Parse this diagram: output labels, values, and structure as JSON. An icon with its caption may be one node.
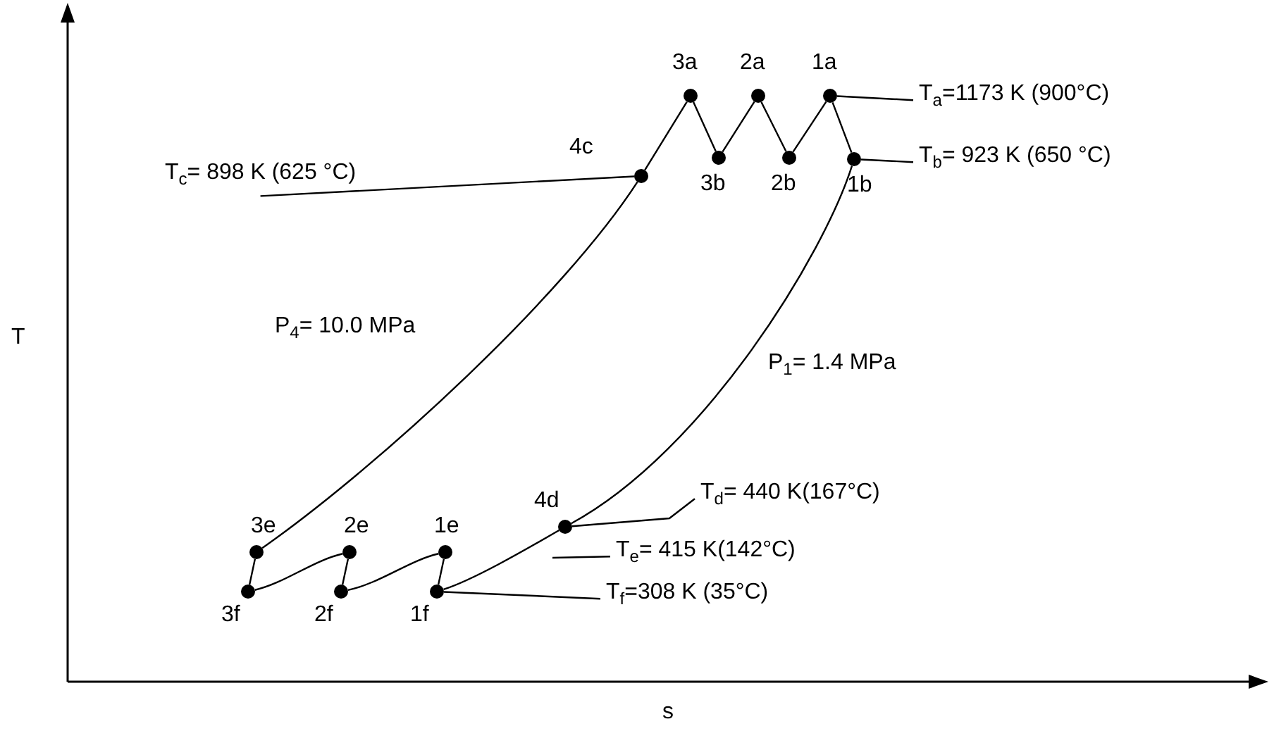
{
  "diagram": {
    "nodes": [
      {
        "text": [],
        "shape": "circle",
        "beside": [
          "3a"
        ]
      },
      {
        "text": [],
        "shape": "circle",
        "beside": [
          "2a"
        ]
      },
      {
        "text": [],
        "shape": "circle",
        "beside": [
          "1a"
        ]
      },
      {
        "text": [
          "T$_{a}$=1173 K (900°C)"
        ]
      },
      {
        "text": [
          "T$_{c}$= 898 K (625 °C)"
        ]
      },
      {
        "text": [],
        "shape": "circle",
        "beside": [
          "4c"
        ]
      },
      {
        "text": [],
        "shape": "circle",
        "beside": [
          "3b"
        ]
      },
      {
        "text": [],
        "shape": "circle",
        "beside": [
          "2b"
        ]
      },
      {
        "text": [],
        "shape": "circle",
        "beside": [
          "1b"
        ]
      },
      {
        "text": [
          "T$_{b}$= 923 K (650 °C)"
        ]
      },
      {
        "text": [],
        "shape": "circle",
        "beside": [
          "4d"
        ]
      },
      {
        "text": [
          "T$_{d}$= 440 K(167°C)"
        ]
      },
      {
        "text": [
          "T$_{e}$= 415 K(142°C)"
        ]
      },
      {
        "text": [],
        "shape": "circle",
        "beside": [
          "3e"
        ]
      },
      {
        "text": [],
        "shape": "circle",
        "beside": [
          "2e"
        ]
      },
      {
        "text": [],
        "shape": "circle",
        "beside": [
          "1e"
        ]
      },
      {
        "text": [],
        "shape": "circle",
        "beside": [
          "3f"
        ]
      },
      {
        "text": [],
        "shape": "circle",
        "beside": [
          "2f"
        ]
      },
      {
        "text": [],
        "shape": "circle",
        "beside": [
          "1f"
        ]
      },
      {
        "text": [
          "T$_{f}$=308 K (35°C)"
        ]
      }
    ],
    "edges": [
      {
        "from": 2,
        "to": 8,
        "arrow": "none"
      },
      {
        "from": 8,
        "to": 10,
        "arrow": "none"
      },
      {
        "from": 10,
        "to": 18,
        "arrow": "none"
      },
      {
        "from": 18,
        "to": 15,
        "arrow": "none"
      },
      {
        "from": 15,
        "to": 17,
        "arrow": "none"
      },
      {
        "from": 17,
        "to": 14,
        "arrow": "none"
      },
      {
        "from": 14,
        "to": 16,
        "arrow": "none"
      },
      {
        "from": 16,
        "to": 13,
        "arrow": "none"
      },
      {
        "from": 13,
        "to": 5,
        "arrow": "none"
      },
      {
        "from": 5,
        "to": 0,
        "arrow": "none"
      },
      {
        "from": 0,
        "to": 6,
        "arrow": "none"
      },
      {
        "from": 6,
        "to": 1,
        "arrow": "none"
      },
      {
        "from": 1,
        "to": 7,
        "arrow": "none"
      },
      {
        "from": 7,
        "to": 2,
        "arrow": "none"
      },
      {
        "from": 3,
        "to": 2,
        "arrow": "none"
      },
      {
        "from": 9,
        "to": 8,
        "arrow": "none"
      },
      {
        "from": 4,
        "to": 5,
        "arrow": "none"
      },
      {
        "from": 11,
        "to": 10,
        "arrow": "none"
      },
      {
        "from": 12,
        "to": null,
        "arrow": "none"
      },
      {
        "from": 19,
        "to": 18,
        "arrow": "none"
      }
    ],
    "labels": [
      "T",
      "P$_{4}$= 10.0 MPa",
      "P$_{1}$= 1.4 MPa",
      "s"
    ]
  }
}
